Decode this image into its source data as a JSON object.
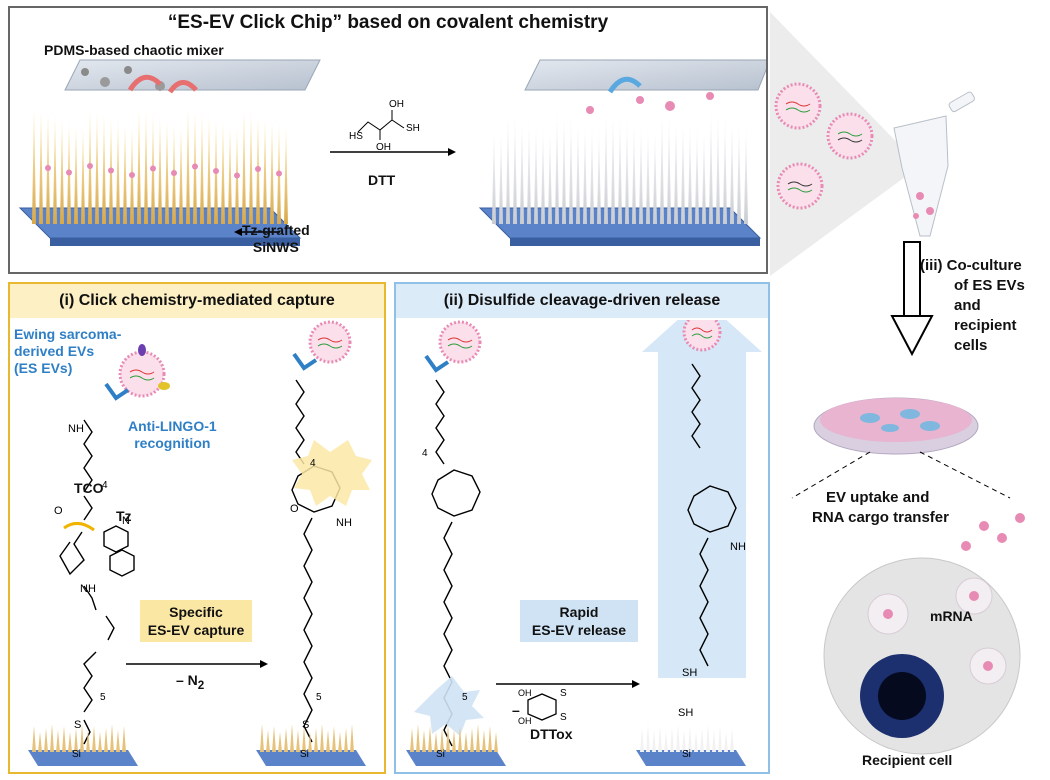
{
  "top": {
    "title": "“ES-EV Click Chip” based on covalent chemistry",
    "mixer_label": "PDMS-based chaotic mixer",
    "nanowire_label_line1": "Tz-grafted",
    "nanowire_label_line2": "SiNWS",
    "reagent_label": "DTT",
    "dtt_atoms": {
      "oh": "OH",
      "hs": "HS",
      "sh": "SH"
    }
  },
  "side": {
    "step3_line1": "(iii) Co-culture",
    "step3_line2": "of ES EVs and",
    "step3_line3": "recipient cells",
    "uptake_line1": "EV uptake and",
    "uptake_line2": "RNA cargo transfer",
    "mrna_label": "mRNA",
    "cell_label": "Recipient cell"
  },
  "panel_i": {
    "title": "(i) Click chemistry-mediated capture",
    "ev_label_line1": "Ewing sarcoma-",
    "ev_label_line2": "derived EVs",
    "ev_label_line3": "(ES EVs)",
    "antibody_line1": "Anti-LINGO-1",
    "antibody_line2": "recognition",
    "tco_label": "TCO",
    "tz_label": "Tz",
    "step_line1": "Specific",
    "step_line2": "ES-EV capture",
    "byproduct": "– N",
    "byproduct_sub": "2"
  },
  "panel_ii": {
    "title": "(ii) Disulfide cleavage-driven release",
    "step_line1": "Rapid",
    "step_line2": "ES-EV release",
    "byproduct_label": "DTTox",
    "minus": "–"
  },
  "chem": {
    "nh": "NH",
    "o": "O",
    "n": "N",
    "s": "S",
    "si": "Si",
    "sh": "SH",
    "hs": "HS",
    "sub4": "4",
    "sub5": "5"
  },
  "colors": {
    "capture_accent": "#e8b930",
    "release_accent": "#8fc1e8",
    "antibody_blue": "#2f7fc6",
    "nanowire_gold": "#e6c27a",
    "substrate_blue": "#4a78c4",
    "ev_pink": "#e88bb4"
  }
}
